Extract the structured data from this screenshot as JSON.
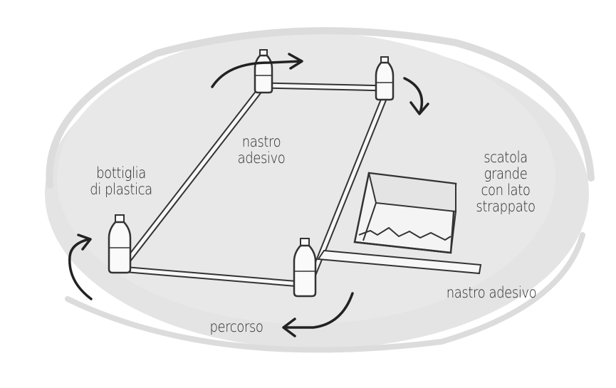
{
  "labels": {
    "tape_center": [
      "nastro",
      "adesivo"
    ],
    "bottle": [
      "bottiglia",
      "di plastica"
    ],
    "box": [
      "scatola",
      "grande",
      "con lato",
      "strappato"
    ],
    "tape_right": "nastro adesivo",
    "path": "percorso"
  },
  "colors": {
    "background": "#ffffff",
    "floor": "#e6e6e6",
    "ink": "#2a2a2a",
    "tape": "#f7f7f7"
  }
}
